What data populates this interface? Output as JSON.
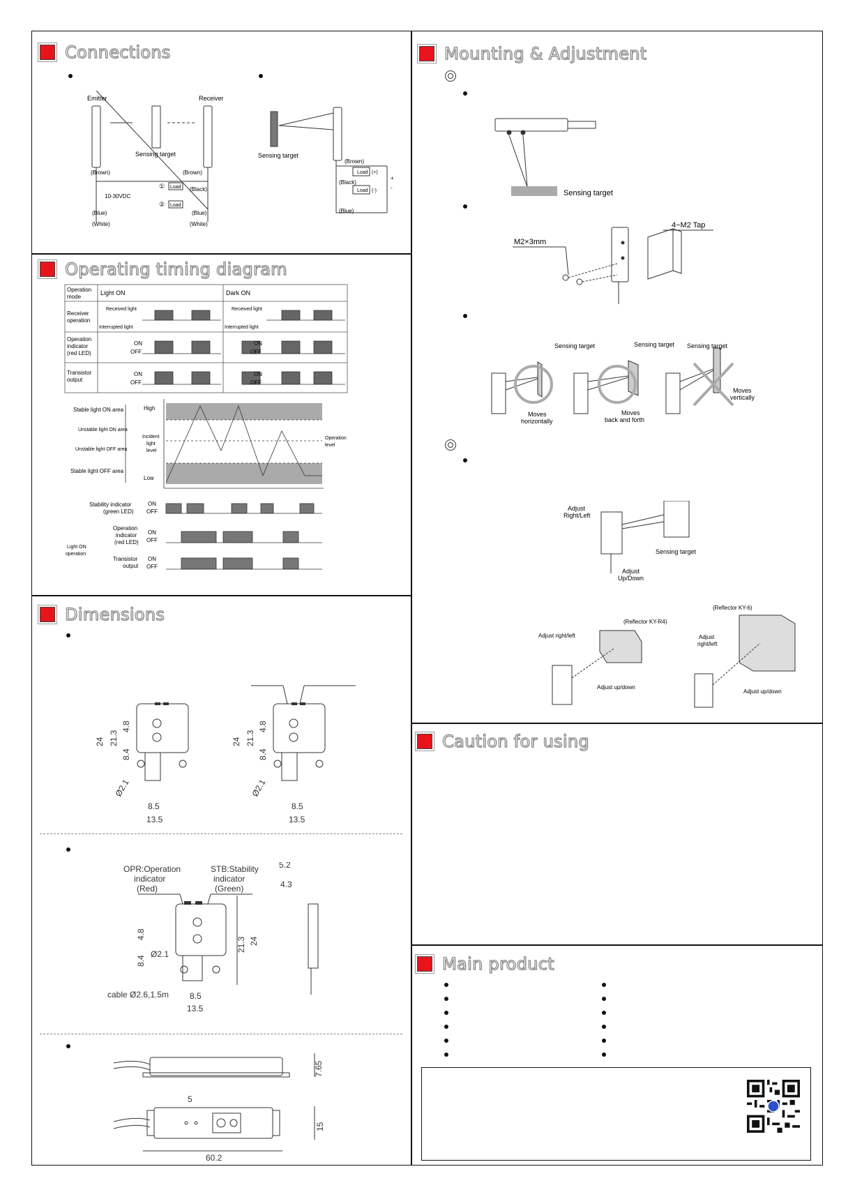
{
  "sections": {
    "connections": "Connections",
    "timing": "Operating timing diagram",
    "dimensions": "Dimensions",
    "mounting": "Mounting & Adjustment",
    "caution": "Caution for using",
    "main_product": "Main product"
  },
  "connections": {
    "emitter": "Emitter",
    "receiver": "Receiver",
    "sensing_target": "Sensing target",
    "brown": "(Brown)",
    "black": "(Black)",
    "blue": "(Blue)",
    "white": "(White)",
    "supply": "10-30VDC",
    "load": "Load",
    "c1": "①",
    "c2": "②",
    "plus": "(+)",
    "minus": "(-)",
    "plus_sign": "+",
    "minus_sign": "-"
  },
  "timing": {
    "table": {
      "operation_mode": [
        "Operation",
        "mode"
      ],
      "light_on": "Light ON",
      "dark_on": "Dark ON",
      "receiver_operation": [
        "Receiver",
        "operation"
      ],
      "received_light": "Received light",
      "interrupted_light": "Interrupted light",
      "operation_indicator": [
        "Operation",
        "indicator",
        "(red LED)"
      ],
      "transistor_output": [
        "Transistor",
        "output"
      ],
      "on": "ON",
      "off": "OFF"
    },
    "level": {
      "stable_on": "Stable light ON area",
      "unstable_on": "Unstable light ON area",
      "unstable_off": "Unstable light OFF area",
      "stable_off": "Stable light OFF area",
      "high": "High",
      "low": "Low",
      "incident": [
        "Incident",
        "light",
        "level"
      ],
      "operation_level": [
        "Operation",
        "level"
      ],
      "stability_indicator": [
        "Stability indicator",
        "(green LED)"
      ],
      "operation_indicator": [
        "Operation",
        "indicator",
        "(red LED)"
      ],
      "light_on_operation": [
        "Light ON",
        "operation"
      ],
      "transistor_output": [
        "Transistor",
        "output"
      ]
    }
  },
  "dimensions": {
    "d24": "24",
    "d21_3": "21.3",
    "d4_8": "4.8",
    "d8_4": "8.4",
    "d2_1": "Ø2.1",
    "d8_5": "8.5",
    "d13_5": "13.5",
    "opr": [
      "OPR:Operation",
      "indicator",
      "(Red)"
    ],
    "stb": [
      "STB:Stability",
      "indicator",
      "(Green)"
    ],
    "d5_2": "5.2",
    "d4_3": "4.3",
    "cable": "cable Ø2.6,1.5m",
    "d7_65": "7.65",
    "d5": "5",
    "d15": "15",
    "d60_2": "60.2"
  },
  "mounting": {
    "sensing_target": "Sensing target",
    "m2": "M2×3mm",
    "tap": "4−M2 Tap",
    "moves_h": [
      "Moves",
      "horizontally"
    ],
    "moves_bf": [
      "Moves",
      "back and forth"
    ],
    "moves_v": [
      "Moves",
      "vertically"
    ],
    "adjust_rl": [
      "Adjust",
      "Right/Left"
    ],
    "adjust_ud": [
      "Adjust",
      "Up/Down"
    ],
    "reflector_r4": "(Reflector KY-R4)",
    "reflector_6": "(Reflector KY-6)",
    "adjust_right_left": "Adjust right/left",
    "adjust_up_down": "Adjust up/down",
    "adjust_right_left_2": [
      "Adjust",
      "right/left"
    ],
    "adjust_up_down_2": "Adjust up/down"
  },
  "icons": {
    "section_marker": "red-square-icon",
    "bullet": "bullet-icon",
    "circle_marker": "double-circle-icon",
    "qr": "qr-code-icon"
  },
  "colors": {
    "accent": "#e8141b"
  }
}
